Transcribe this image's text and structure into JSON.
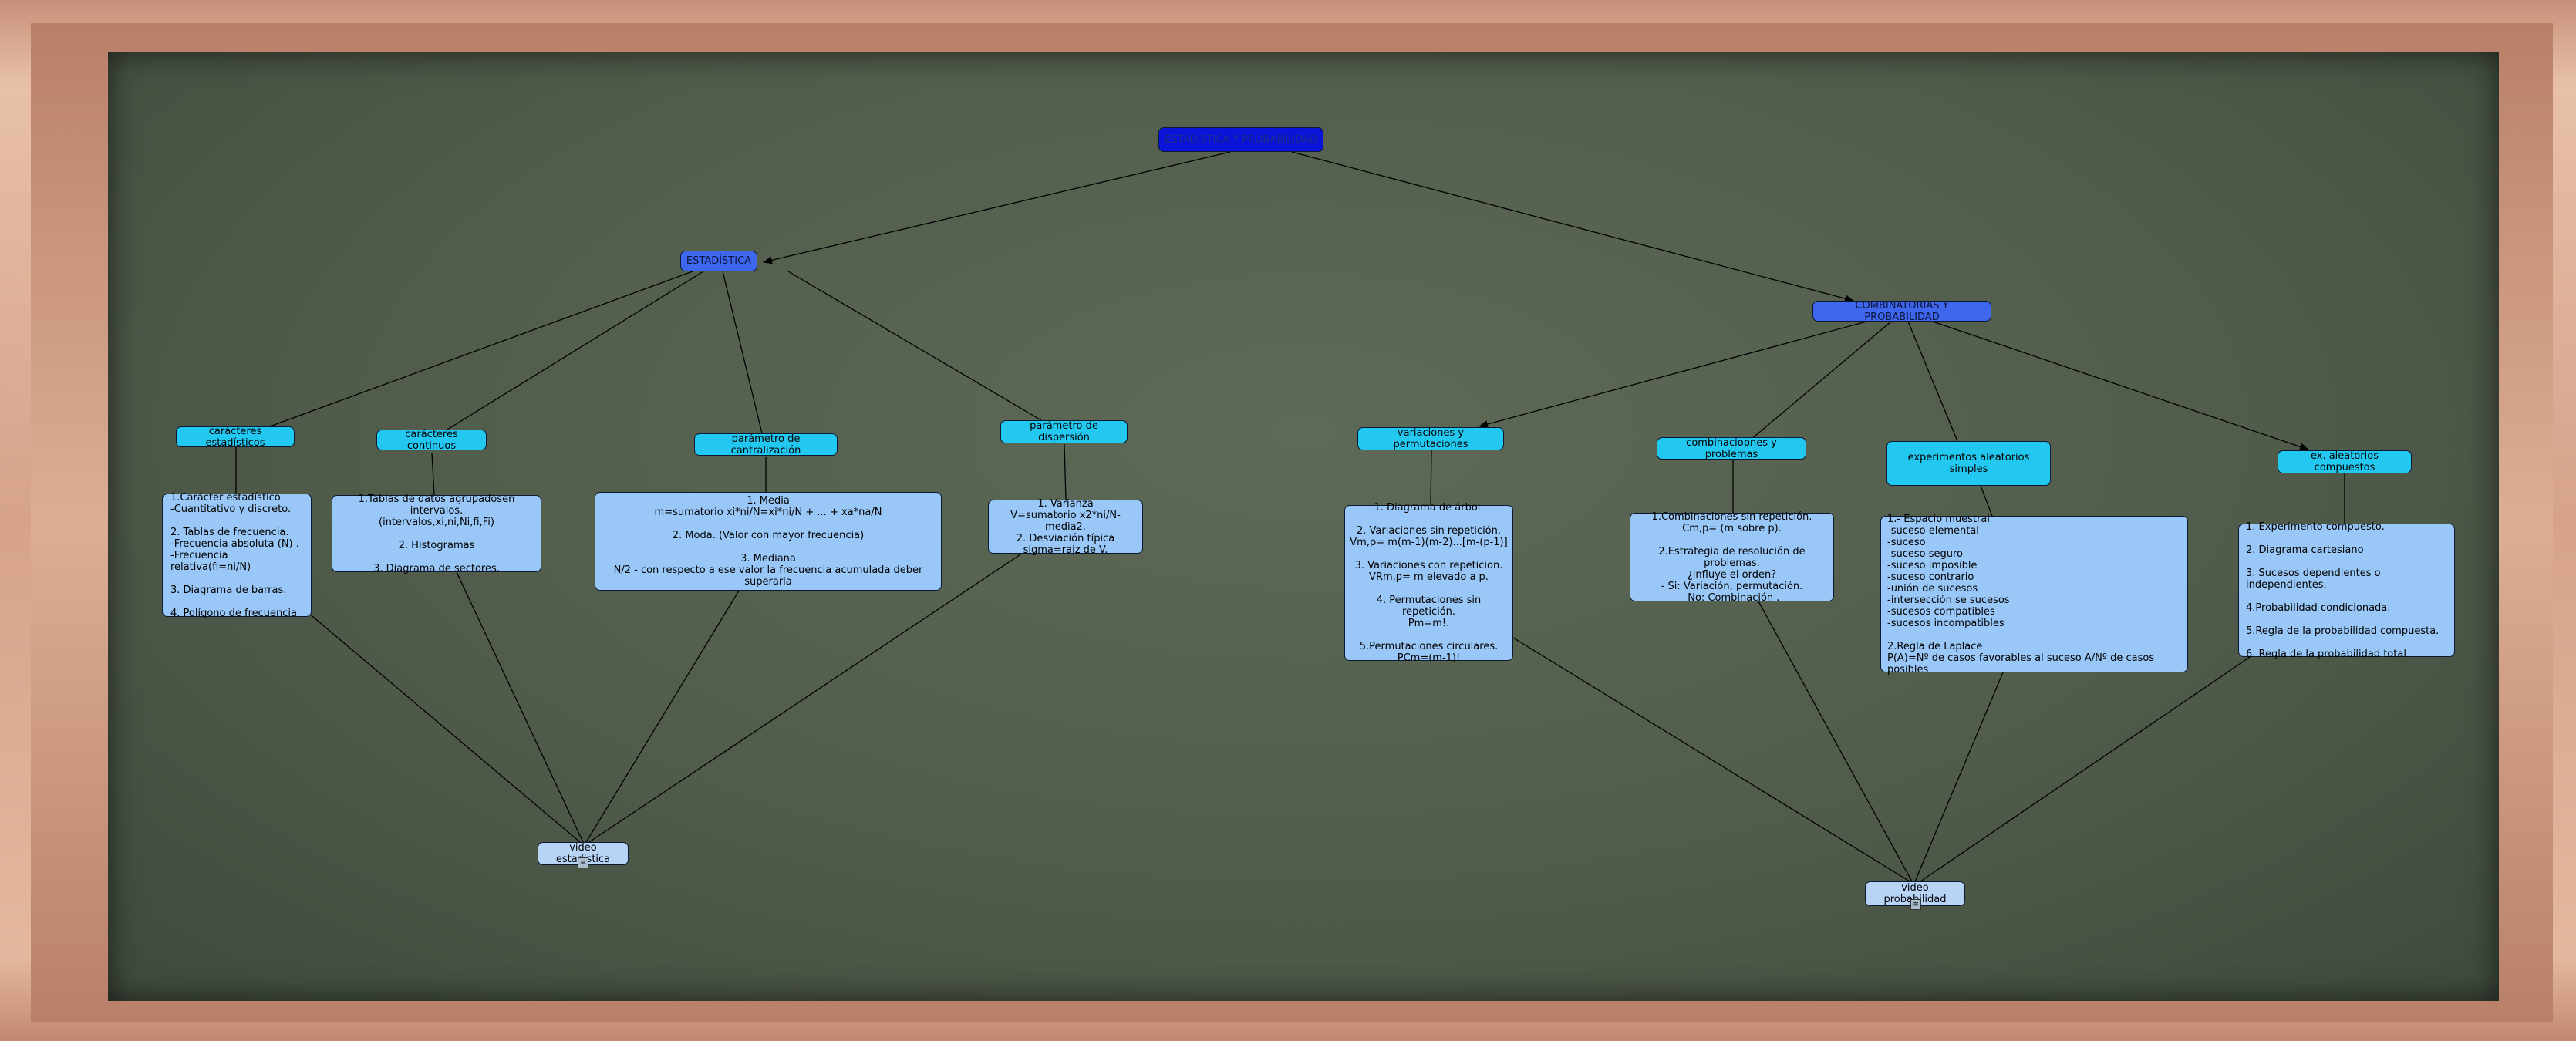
{
  "root": {
    "label": "ESTADÍSTICA Y PROBABILIDAD"
  },
  "estadistica": {
    "label": "ESTADÍSTICA",
    "caracteres_estadisticos": {
      "label": "carácteres estadísticos",
      "content": "1.Carácter estadístico\n -Cuantitativo y discreto.\n\n2. Tablas de frecuencia.\n-Frecuencia absoluta (N) .\n-Frecuencia relativa(fi=ni/N)\n\n3. Diagrama de barras.\n\n4. Polígono de frecuencia"
    },
    "caracteres_continuos": {
      "label": "carácteres continuos",
      "content": "1.Tablas de datos agrupadosen intervalos.\n(intervalos,xi,ni,Ni,fi,Fi)\n\n2. Histogramas\n\n3. Diagrama de sectores."
    },
    "centralizacion": {
      "label": "parámetro de cantralización",
      "content": "1. Media\nm=sumatorio xi*ni/N=xi*ni/N + ... + xa*na/N\n\n2. Moda. (Valor con mayor frecuencia)\n\n3. Mediana\nN/2 - con respecto a ese valor la frecuencia acumulada deber superarla"
    },
    "dispersion": {
      "label": "parámetro de dispersión",
      "content": "1. Varianza\nV=sumatorio x2*ni/N-media2.\n2. Desviación típica\nsigma=raiz de V."
    },
    "video": {
      "label": "video estadistica",
      "tag": "≡"
    }
  },
  "combinatorias": {
    "label": "COMBINATORIAS Y PROBABILIDAD",
    "variaciones": {
      "label": "variaciones y permutaciones",
      "content": "1. Diagrama de árbol.\n\n2. Variaciones sin repetición.\nVm,p= m(m-1)(m-2)...[m-(p-1)]\n\n3. Variaciones con repeticion.\nVRm,p= m elevado a p.\n\n4. Permutaciones sin repetición.\nPm=m!.\n\n5.Permutaciones circulares.\nPCm=(m-1)!"
    },
    "combinaciones": {
      "label": "combinaciopnes y problemas",
      "content": "1.Combinaciones sin repetición.\nCm,p= (m sobre p).\n\n2.Estrategia de resolución de problemas.\n¿influye el orden?\n- Si: Variación, permutación.\n-No: Combinación ."
    },
    "experimentos": {
      "label": "experimentos aleatorios simples",
      "content": "1.- Espacio muestral\n-suceso elemental\n-suceso\n-suceso seguro\n-suceso imposible\n-suceso contrario\n-unión de sucesos\n-intersección se sucesos\n-sucesos compatibles\n-sucesos incompatibles\n\n2.Regla de Laplace\nP(A)=Nº de casos favorables al suceso A/Nº de casos posibles"
    },
    "compuestos": {
      "label": "ex. aleatorios compuestos",
      "content": "1. Experimento compuesto.\n\n2. Diagrama cartesiano\n\n3. Sucesos dependientes o independientes.\n\n4.Probabilidad condicionada.\n\n5.Regla de la probabilidad compuesta.\n\n6. Regla de la probabilidad total"
    },
    "video": {
      "label": "video probabilidad",
      "tag": "≡"
    }
  },
  "colors": {
    "root": "#0a14d8",
    "main": "#3f67ee",
    "sub": "#23c8f0",
    "content": "#99c8f8",
    "video": "#b7d4f7",
    "board": "#566151",
    "frame": "#d9a98a"
  }
}
